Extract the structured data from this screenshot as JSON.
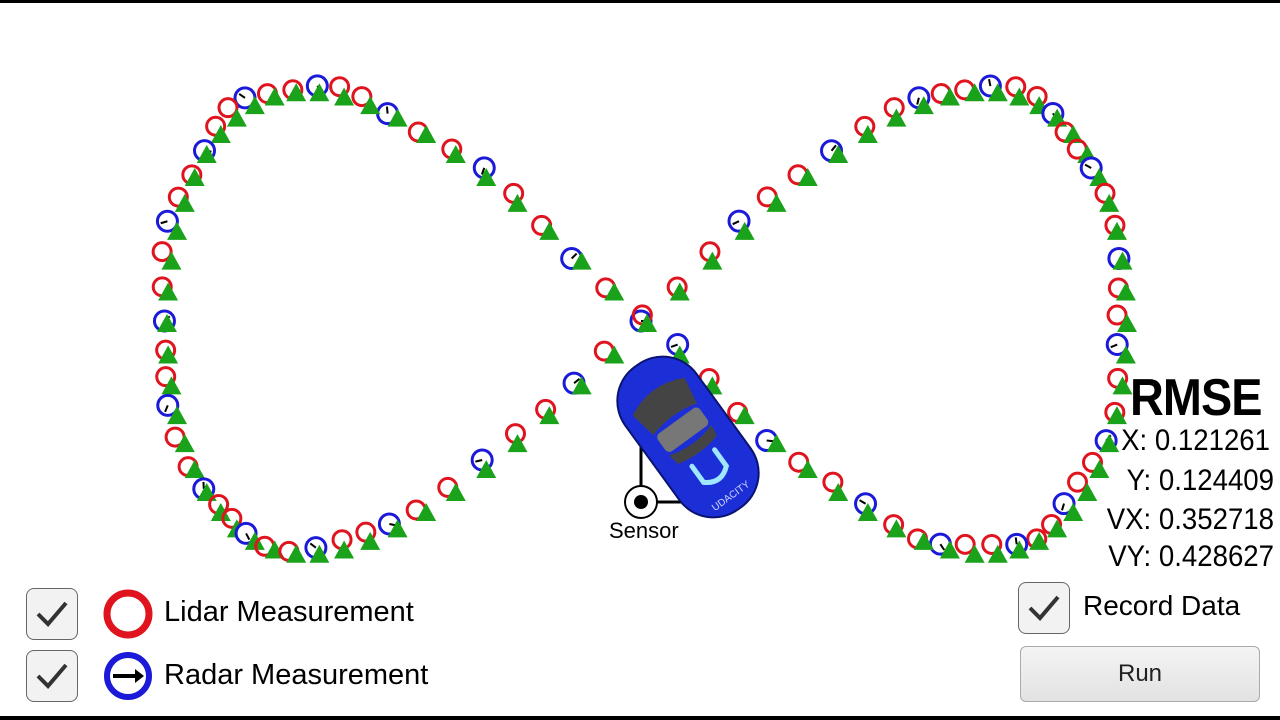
{
  "rmse": {
    "title": "RMSE",
    "x": "X: 0.121261",
    "y": "Y: 0.124409",
    "vx": "VX: 0.352718",
    "vy": "VY: 0.428627"
  },
  "sensor": {
    "label": "Sensor"
  },
  "car": {
    "brand_text": "UDACITY"
  },
  "legend": {
    "lidar": {
      "label": "Lidar Measurement",
      "checked": true,
      "color": "#e0141e"
    },
    "radar": {
      "label": "Radar Measurement",
      "checked": true,
      "color": "#1a1ad8"
    }
  },
  "controls": {
    "record": {
      "label": "Record Data",
      "checked": true
    },
    "run_label": "Run"
  },
  "colors": {
    "estimate_marker": "#1aa31a",
    "car_body": "#1c2fd6",
    "frame": "#000000"
  },
  "icons": {
    "lidar": "lidar-ring-icon",
    "radar": "radar-ring-arrow-icon",
    "estimate": "green-triangle-icon",
    "checkmark": "checkmark-icon"
  }
}
